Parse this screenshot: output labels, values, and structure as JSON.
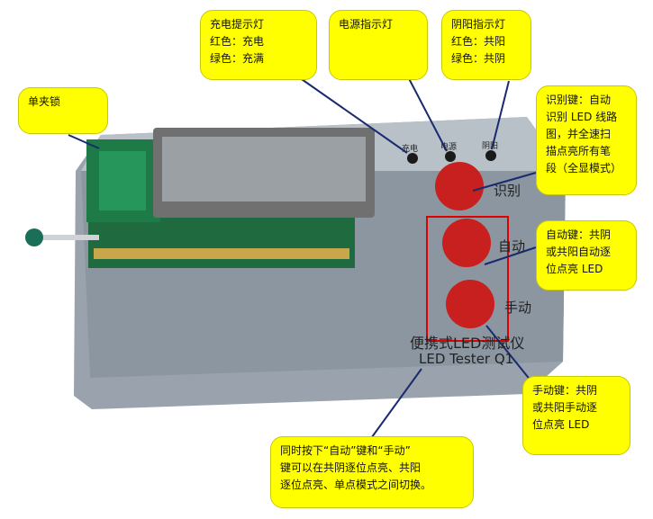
{
  "callouts": {
    "lock": {
      "lines": [
        "单夹锁"
      ]
    },
    "charge": {
      "lines": [
        "充电提示灯",
        "红色：充电",
        "绿色：充满"
      ]
    },
    "power": {
      "lines": [
        "电源指示灯"
      ]
    },
    "polarity": {
      "lines": [
        "阴阳指示灯",
        "红色：共阳",
        "绿色：共阴"
      ]
    },
    "identify": {
      "lines": [
        "识别键：自动",
        "识别 LED 线路",
        "图，并全速扫",
        "描点亮所有笔",
        "段（全显模式）"
      ]
    },
    "auto": {
      "lines": [
        "自动键：共阴",
        "或共阳自动逐",
        "位点亮 LED"
      ]
    },
    "manual": {
      "lines": [
        "手动键：共阴",
        "或共阳手动逐",
        "位点亮 LED"
      ]
    },
    "combo": {
      "lines": [
        "同时按下“自动”键和“手动”",
        "键可以在共阴逐位点亮、共阳",
        "逐位点亮、单点模式之间切换。"
      ]
    }
  },
  "device": {
    "led_labels": [
      "充电",
      "电源",
      "阴阳"
    ],
    "button_labels": [
      "识别",
      "自动",
      "手动"
    ],
    "product_name_cn": "便携式LED测试仪",
    "product_name_en": "LED Tester Q1"
  },
  "colors": {
    "callout_fill": "#ffff00",
    "button_red": "#c8201e",
    "highlight_box": "#e00000",
    "board_green": "#1f6b3f"
  }
}
